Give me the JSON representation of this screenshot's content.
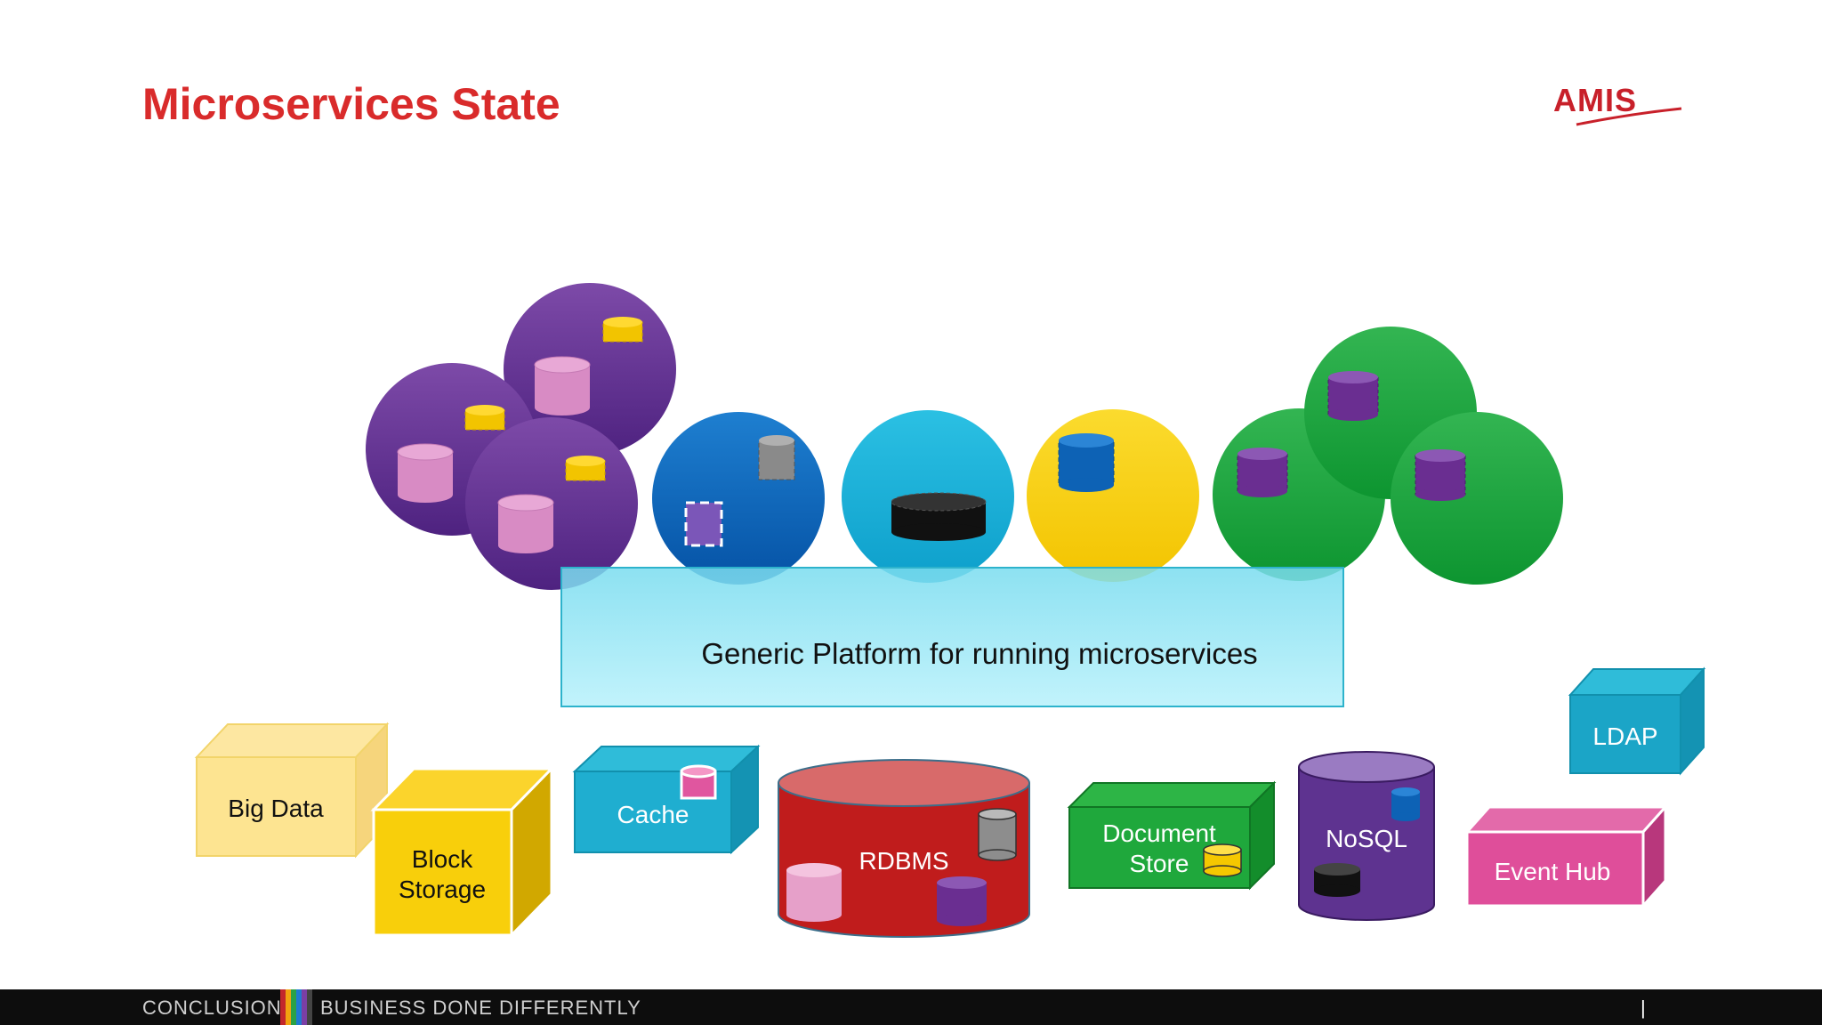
{
  "slide": {
    "title": "Microservices State",
    "logo_text": "AMIS",
    "platform_label": "Generic Platform for running microservices"
  },
  "stores": {
    "big_data": "Big Data",
    "block_storage_line1": "Block",
    "block_storage_line2": "Storage",
    "cache": "Cache",
    "rdbms": "RDBMS",
    "document_store_line1": "Document",
    "document_store_line2": "Store",
    "nosql": "NoSQL",
    "ldap": "LDAP",
    "event_hub": "Event Hub"
  },
  "footer": {
    "section": "CONCLUSION",
    "tagline": "BUSINESS DONE DIFFERENTLY",
    "page": "|"
  },
  "colors": {
    "title": "#d92b2b",
    "purple": "#6a2e91",
    "blue": "#0a63b8",
    "cyan": "#19b3d8",
    "yellow": "#f8d10a",
    "green": "#1fa83c",
    "red": "#c01c1c",
    "pink": "#e0569f",
    "teal": "#1ba5c7"
  }
}
